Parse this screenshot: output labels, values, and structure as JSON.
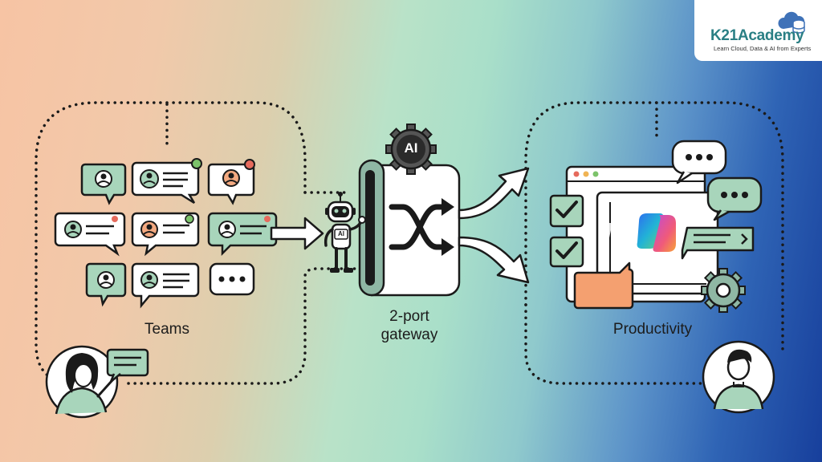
{
  "labels": {
    "teams": "Teams",
    "gateway_line1": "2-port",
    "gateway_line2": "gateway",
    "productivity": "Productivity",
    "ai_badge": "AI",
    "robot_chest": "AI"
  },
  "brand": {
    "name": "K21Academy",
    "tagline": "Learn Cloud, Data & AI from Experts"
  },
  "colors": {
    "mint": "#a8d5bb",
    "outline": "#1a1a1a",
    "status_green": "#7cc36a",
    "status_red": "#e66a5c",
    "status_orange": "#f08e5a",
    "brand_teal": "#2a7f84"
  }
}
